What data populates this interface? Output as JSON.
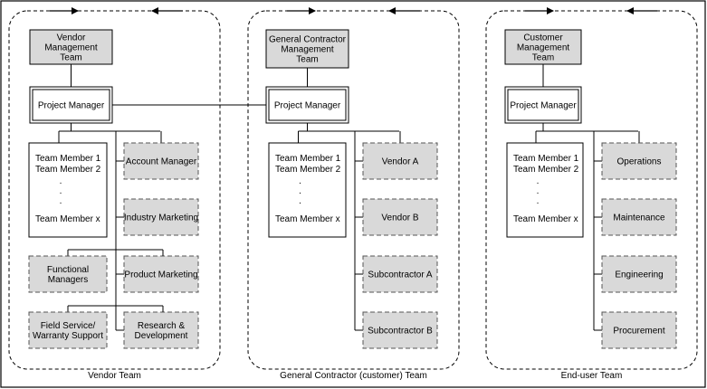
{
  "columns": [
    {
      "key": "vendor",
      "team_label": "Vendor Team",
      "mgmt_lines": [
        "Vendor",
        "Management",
        "Team"
      ],
      "pm_label": "Project Manager",
      "members": [
        "Team Member 1",
        "Team Member 2",
        ".",
        ".",
        ".",
        "Team Member x"
      ],
      "support": [
        "Account Manager",
        "Industry Marketing",
        "Product Marketing",
        "Research & Development"
      ],
      "extra": [
        [
          "Functional",
          "Managers"
        ],
        [
          "Field Service/",
          "Warranty Support"
        ]
      ]
    },
    {
      "key": "gc",
      "team_label": "General Contractor (customer) Team",
      "mgmt_lines": [
        "General Contractor",
        "Management",
        "Team"
      ],
      "pm_label": "Project Manager",
      "members": [
        "Team Member 1",
        "Team Member 2",
        ".",
        ".",
        ".",
        "Team Member x"
      ],
      "support": [
        "Vendor A",
        "Vendor B",
        "Subcontractor A",
        "Subcontractor B"
      ],
      "extra": []
    },
    {
      "key": "enduser",
      "team_label": "End-user Team",
      "mgmt_lines": [
        "Customer",
        "Management",
        "Team"
      ],
      "pm_label": "Project Manager",
      "members": [
        "Team Member 1",
        "Team Member 2",
        ".",
        ".",
        ".",
        "Team Member x"
      ],
      "support": [
        "Operations",
        "Maintenance",
        "Engineering",
        "Procurement"
      ],
      "extra": []
    }
  ],
  "colors": {
    "border": "#000000",
    "box_fill": "#d9d9d9",
    "white": "#ffffff"
  }
}
